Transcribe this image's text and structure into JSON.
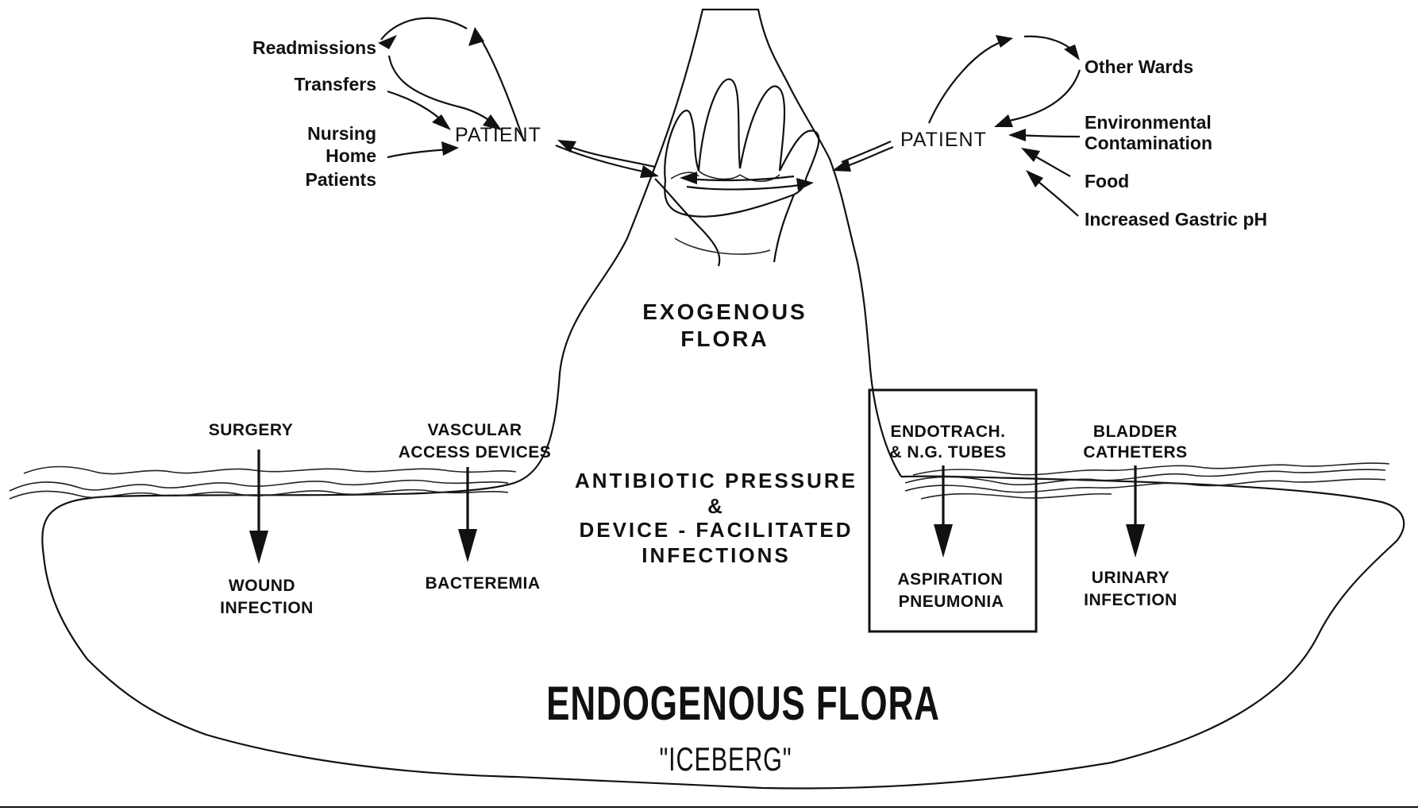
{
  "left_sources": {
    "readmissions": "Readmissions",
    "transfers": "Transfers",
    "nursing_home_line1": "Nursing",
    "nursing_home_line2": "Home",
    "nursing_home_line3": "Patients",
    "patient": "PATIENT"
  },
  "right_sources": {
    "other_wards": "Other Wards",
    "environmental_line1": "Environmental",
    "environmental_line2": "Contamination",
    "food": "Food",
    "gastric_ph": "Increased Gastric pH",
    "patient": "PATIENT"
  },
  "exogenous": {
    "line1": "EXOGENOUS",
    "line2": "FLORA"
  },
  "center": {
    "line1": "ANTIBIOTIC PRESSURE",
    "line2": "&",
    "line3": "DEVICE - FACILITATED",
    "line4": "INFECTIONS"
  },
  "devices": {
    "surgery": "SURGERY",
    "vascular_line1": "VASCULAR",
    "vascular_line2": "ACCESS DEVICES",
    "endotrach_line1": "ENDOTRACH.",
    "endotrach_line2": "& N.G. TUBES",
    "bladder_line1": "BLADDER",
    "bladder_line2": "CATHETERS"
  },
  "infections": {
    "wound_line1": "WOUND",
    "wound_line2": "INFECTION",
    "bacteremia": "BACTEREMIA",
    "aspiration_line1": "ASPIRATION",
    "aspiration_line2": "PNEUMONIA",
    "urinary_line1": "URINARY",
    "urinary_line2": "INFECTION"
  },
  "endogenous": {
    "title": "ENDOGENOUS FLORA",
    "subtitle": "\"ICEBERG\""
  },
  "colors": {
    "ink": "#111111",
    "background": "#ffffff"
  }
}
